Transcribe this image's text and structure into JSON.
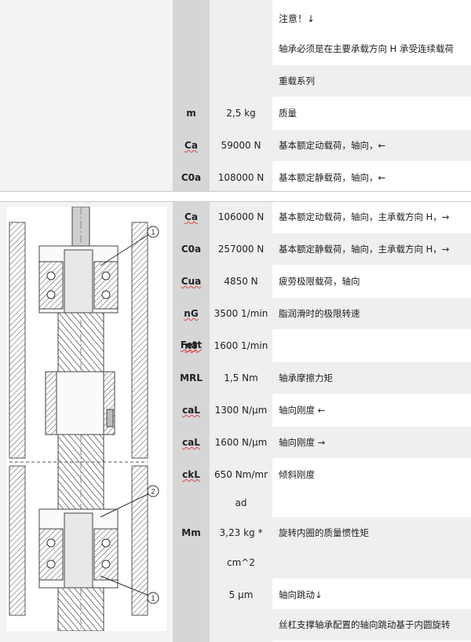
{
  "section1": {
    "notice_title": "注意！↓",
    "notice_text": "轴承必须是在主要承载方向 H 承受连续载荷",
    "series_label": "重载系列"
  },
  "rows_top": [
    {
      "sym": "m",
      "val": "2,5  kg",
      "desc": "质量"
    },
    {
      "sym": "Ca",
      "val": "59000  N",
      "desc": "基本额定动载荷，轴向，←"
    },
    {
      "sym": "C0a",
      "val": "108000  N",
      "desc": "基本额定静载荷，轴向，←"
    }
  ],
  "rows_bottom": [
    {
      "sym": "Ca",
      "val": "106000  N",
      "desc": "基本额定动载荷，轴向，主承载方向 H，→"
    },
    {
      "sym": "C0a",
      "val": "257000  N",
      "desc": "基本额定静载荷，轴向，主承载方向 H，→"
    },
    {
      "sym": "Cua",
      "val": "4850  N",
      "desc": "疲劳极限载荷，轴向"
    },
    {
      "sym": "nG Fett",
      "val": "3500  1/min",
      "desc": "脂润滑时的极限转速"
    },
    {
      "sym": "nϑ",
      "val": "1600  1/min",
      "desc": ""
    },
    {
      "sym": "MRL",
      "val": "1,5  Nm",
      "desc": "轴承摩擦力矩"
    },
    {
      "sym": "caL",
      "val": "1300  N/µm",
      "desc": "轴向刚度 ←"
    },
    {
      "sym": "caL",
      "val": "1600  N/µm",
      "desc": "轴向刚度 →"
    },
    {
      "sym": "ckL",
      "val": "650  Nm/mr",
      "desc": "倾斜刚度"
    },
    {
      "sym": "",
      "val": "ad",
      "desc": ""
    },
    {
      "sym": "Mm",
      "val": "3,23  kg *",
      "desc": "旋转内圈的质量惯性矩"
    },
    {
      "sym": "",
      "val": "cm^2",
      "desc": ""
    },
    {
      "sym": "",
      "val": "5  µm",
      "desc": "轴向跳动↓"
    },
    {
      "sym": "",
      "val": "",
      "desc": "丝杠支撑轴承配置的轴向跳动基于内圆旋转"
    }
  ],
  "drawing": {
    "callout_1_top": "1",
    "callout_2": "2",
    "callout_1_bottom": "1"
  },
  "colors": {
    "symbol_column": "#d6d6d6",
    "value_column": "#efefef",
    "spellcheck_underline": "#d44"
  }
}
